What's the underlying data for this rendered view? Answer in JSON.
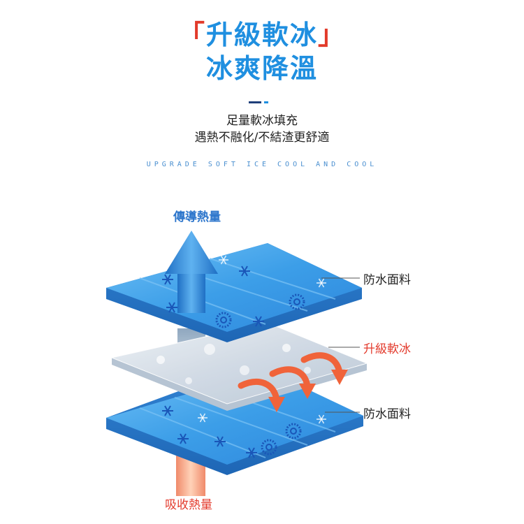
{
  "header": {
    "bracket_open": "「",
    "title_line1": "升級軟冰",
    "bracket_close": "」",
    "title_line2": "冰爽降溫",
    "subtitle_line1": "足量軟冰填充",
    "subtitle_line2": "遇熱不融化/不結渣更舒適",
    "english_tagline": "UPGRADE SOFT ICE   COOL AND COOL"
  },
  "diagram": {
    "label_conduct_heat": "傳導熱量",
    "label_absorb_heat": "吸收熱量",
    "layer_top_label": "防水面料",
    "layer_middle_label": "升級軟冰",
    "layer_bottom_label": "防水面料"
  },
  "colors": {
    "title_blue": "#1f8fe0",
    "bracket_red": "#e23a2a",
    "fabric_blue": "#3fa0ea",
    "ice_gray": "#d6dee8",
    "arrow_blue": "#2f86d6",
    "arrow_orange": "#f0633a"
  }
}
